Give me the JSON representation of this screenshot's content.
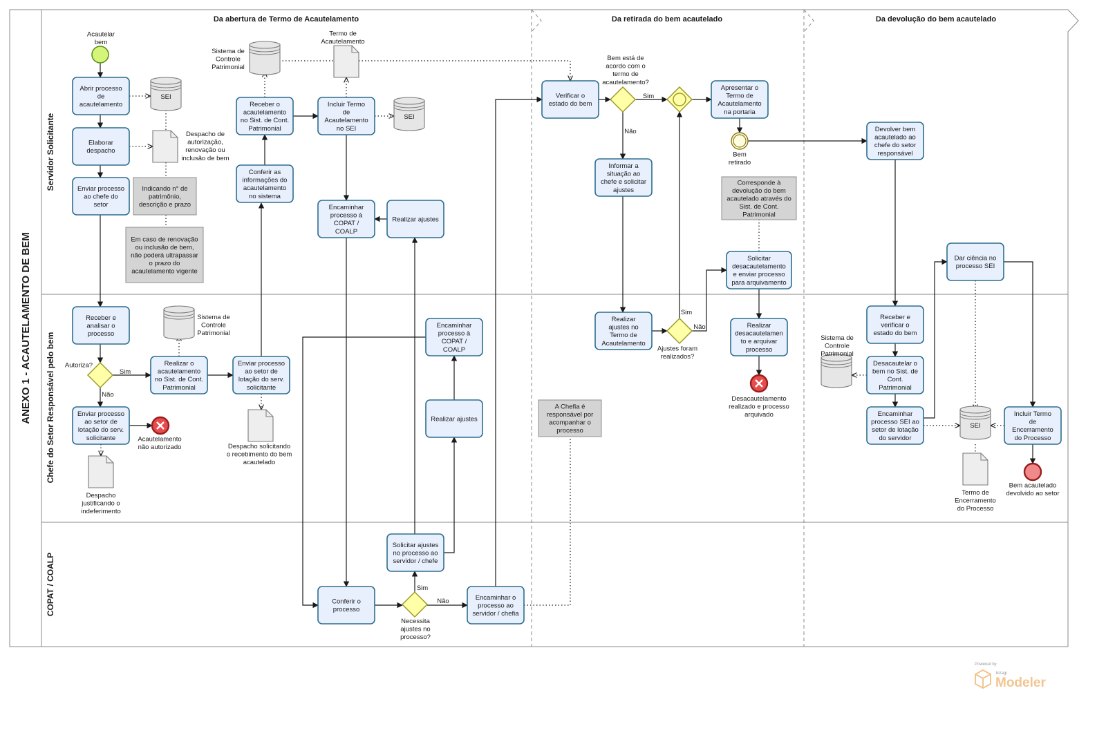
{
  "pool": {
    "title": "ANEXO 1 - ACAUTELAMENTO DE BEM"
  },
  "lanes": [
    {
      "id": "lane-servidor",
      "title": "Servidor Solicitante"
    },
    {
      "id": "lane-chefe",
      "title": "Chefe do Setor Responsável pelo bem"
    },
    {
      "id": "lane-copat",
      "title": "COPAT / COALP"
    }
  ],
  "phases": [
    {
      "id": "phase-abertura",
      "title": "Da abertura de Termo de Acautelamento"
    },
    {
      "id": "phase-retirada",
      "title": "Da retirada do bem acautelado"
    },
    {
      "id": "phase-devolucao",
      "title": "Da devolução do bem acautelado"
    }
  ],
  "tasks": [
    {
      "id": "abrir-processo",
      "lines": [
        "Abrir processo",
        "de",
        "acautelamento"
      ]
    },
    {
      "id": "elaborar-despacho",
      "lines": [
        "Elaborar",
        "despacho"
      ]
    },
    {
      "id": "enviar-processo-chefe",
      "lines": [
        "Enviar processo",
        "ao chefe do",
        "setor"
      ]
    },
    {
      "id": "receber-acautelamento",
      "lines": [
        "Receber o",
        "acautelamento",
        "no Sist. de Cont.",
        "Patrimonial"
      ]
    },
    {
      "id": "conferir-informacoes",
      "lines": [
        "Conferir as",
        "informações do",
        "acautelamento",
        "no sistema"
      ]
    },
    {
      "id": "incluir-termo",
      "lines": [
        "Incluir Termo",
        "de",
        "Acautelamento",
        "no SEI"
      ]
    },
    {
      "id": "encaminhar-copat-1",
      "lines": [
        "Encaminhar",
        "processo à",
        "COPAT /",
        "COALP"
      ]
    },
    {
      "id": "realizar-ajustes-1",
      "lines": [
        "Realizar ajustes"
      ]
    },
    {
      "id": "verificar-estado",
      "lines": [
        "Verificar o",
        "estado do bem"
      ]
    },
    {
      "id": "apresentar-termo",
      "lines": [
        "Apresentar o",
        "Termo de",
        "Acautelamento",
        "na portaria"
      ]
    },
    {
      "id": "informar-situacao",
      "lines": [
        "Informar a",
        "situação ao",
        "chefe e solicitar",
        "ajustes"
      ]
    },
    {
      "id": "solicitar-desacautelamento",
      "lines": [
        "Solicitar",
        "desacautelamento",
        "e enviar processo",
        "para arquivamento"
      ]
    },
    {
      "id": "devolver-bem",
      "lines": [
        "Devolver bem",
        "acautelado ao",
        "chefe do setor",
        "responsável"
      ]
    },
    {
      "id": "dar-ciencia",
      "lines": [
        "Dar ciência no",
        "processo SEI"
      ]
    },
    {
      "id": "receber-analisar",
      "lines": [
        "Receber e",
        "analisar o",
        "processo"
      ]
    },
    {
      "id": "realizar-acautelamento",
      "lines": [
        "Realizar o",
        "acautelamento",
        "no Sist. de Cont.",
        "Patrimonial"
      ]
    },
    {
      "id": "enviar-setor-lotacao",
      "lines": [
        "Enviar processo",
        "ao setor de",
        "lotação do serv.",
        "solicitante"
      ]
    },
    {
      "id": "enviar-lotacao-indeferido",
      "lines": [
        "Enviar processo",
        "ao setor de",
        "lotação do serv.",
        "solicitante"
      ]
    },
    {
      "id": "encaminhar-copat-2",
      "lines": [
        "Encaminhar",
        "processo à",
        "COPAT /",
        "COALP"
      ]
    },
    {
      "id": "realizar-ajustes-2",
      "lines": [
        "Realizar ajustes"
      ]
    },
    {
      "id": "realizar-ajustes-termo",
      "lines": [
        "Realizar",
        "ajustes no",
        "Termo de",
        "Acautelamento"
      ]
    },
    {
      "id": "realizar-desacautelamento",
      "lines": [
        "Realizar",
        "desacautelamen",
        "to e arquivar",
        "processo"
      ]
    },
    {
      "id": "receber-verificar",
      "lines": [
        "Receber e",
        "verificar o",
        "estado do bem"
      ]
    },
    {
      "id": "desacautelar",
      "lines": [
        "Desacautelar o",
        "bem no Sist. de",
        "Cont.",
        "Patrimonial"
      ]
    },
    {
      "id": "encaminhar-sei-lotacao",
      "lines": [
        "Encaminhar",
        "processo SEI ao",
        "setor de lotação",
        "do servidor"
      ]
    },
    {
      "id": "incluir-termo-encerramento",
      "lines": [
        "Incluir Termo",
        "de",
        "Encerramento",
        "do Processo"
      ]
    },
    {
      "id": "solicitar-ajustes",
      "lines": [
        "Solicitar ajustes",
        "no processo ao",
        "servidor / chefe"
      ]
    },
    {
      "id": "conferir-processo",
      "lines": [
        "Conferir o",
        "processo"
      ]
    },
    {
      "id": "encaminhar-servidor",
      "lines": [
        "Encaminhar o",
        "processo ao",
        "servidor / chefia"
      ]
    }
  ],
  "gateways": [
    {
      "id": "gw-bem-acordo",
      "lines": [
        "Bem está de",
        "acordo com o",
        "termo de",
        "acautelamento?"
      ]
    },
    {
      "id": "gw-autoriza",
      "lines": [
        "Autoriza?"
      ]
    },
    {
      "id": "gw-ajustes-realizados",
      "lines": [
        "Ajustes foram",
        "realizados?"
      ]
    },
    {
      "id": "gw-necessita-ajustes",
      "lines": [
        "Necessita",
        "ajustes no",
        "processo?"
      ]
    },
    {
      "id": "gw-merge",
      "lines": []
    }
  ],
  "events": [
    {
      "id": "start-acautelar",
      "lines": [
        "Acautelar",
        "bem"
      ]
    },
    {
      "id": "intermediate-bem-retirado",
      "lines": [
        "Bem",
        "retirado"
      ]
    },
    {
      "id": "end-nao-autorizado",
      "lines": [
        "Acautelamento",
        "não autorizado"
      ]
    },
    {
      "id": "end-desacautelamento",
      "lines": [
        "Desacautelamento",
        "realizado e processo",
        "arquivado"
      ]
    },
    {
      "id": "end-devolvido",
      "lines": [
        "Bem acautelado",
        "devolvido ao setor"
      ]
    }
  ],
  "databases": [
    {
      "id": "db-sei-1",
      "label": "SEI",
      "caption": []
    },
    {
      "id": "db-scp-1",
      "label": "",
      "caption": [
        "Sistema de",
        "Controle",
        "Patrimonial"
      ]
    },
    {
      "id": "db-sei-2",
      "label": "SEI",
      "caption": []
    },
    {
      "id": "db-scp-2",
      "label": "",
      "caption": [
        "Sistema de",
        "Controle",
        "Patrimonial"
      ]
    },
    {
      "id": "db-scp-3",
      "label": "",
      "caption": [
        "Sistema de",
        "Controle",
        "Patrimonial"
      ]
    },
    {
      "id": "db-sei-3",
      "label": "SEI",
      "caption": []
    }
  ],
  "documents": [
    {
      "id": "doc-despacho-autorizacao",
      "caption": [
        "Despacho de",
        "autorização,",
        "renovação ou",
        "inclusão de bem"
      ]
    },
    {
      "id": "doc-termo-acautelamento",
      "caption": [
        "Termo de",
        "Acautelamento"
      ]
    },
    {
      "id": "doc-despacho-indeferimento",
      "caption": [
        "Despacho",
        "justificando o",
        "indeferimento"
      ]
    },
    {
      "id": "doc-despacho-recebimento",
      "caption": [
        "Despacho solicitando",
        "o recebimento do bem",
        "acautelado"
      ]
    },
    {
      "id": "doc-termo-encerramento",
      "caption": [
        "Termo de",
        "Encerramento",
        "do Processo"
      ]
    }
  ],
  "annotations": [
    {
      "id": "ann-patrimonio",
      "lines": [
        "Indicando n° de",
        "patrimônio,",
        "descrição e prazo"
      ]
    },
    {
      "id": "ann-renovacao",
      "lines": [
        "Em caso de renovação",
        "ou inclusão de bem,",
        "não poderá ultrapassar",
        "o prazo do",
        "acautelamento vigente"
      ]
    },
    {
      "id": "ann-devolucao",
      "lines": [
        "Corresponde à",
        "devolução do bem",
        "acautelado através do",
        "Sist. de Cont.",
        "Patrimonial"
      ]
    },
    {
      "id": "ann-chefia",
      "lines": [
        "A Chefia é",
        "responsável por",
        "acompanhar o",
        "processo"
      ]
    }
  ],
  "flow_labels": {
    "sim": "Sim",
    "nao": "Não"
  },
  "branding": {
    "powered_by": "Powered by",
    "bizagi": "bizagi",
    "modeler": "Modeler"
  },
  "colors": {
    "task_fill": "#e8effd",
    "task_stroke": "#2e6e8e",
    "gateway_fill": "#ffffa8",
    "start_fill": "#d4f57a",
    "end_fill": "#e74c4c",
    "end_devolvido_fill": "#f08a8a",
    "annotation_fill": "#d4d4d4",
    "brand": "#f2c48f"
  }
}
